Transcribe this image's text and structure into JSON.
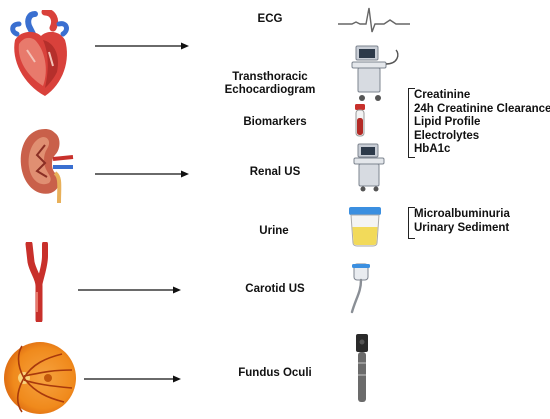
{
  "tests": {
    "ecg": "ECG",
    "echo_line1": "Transthoracic",
    "echo_line2": "Echocardiogram",
    "biomarkers": "Biomarkers",
    "renal_us": "Renal US",
    "urine": "Urine",
    "carotid_us": "Carotid US",
    "fundus": "Fundus Oculi"
  },
  "biomarker_results": [
    "Creatinine",
    "24h Creatinine Clearance",
    "Lipid Profile",
    "Electrolytes",
    "HbA1c"
  ],
  "urine_results": [
    "Microalbuminuria",
    "Urinary Sediment"
  ],
  "icons": {
    "organs": [
      "heart-icon",
      "kidney-icon",
      "carotid-artery-icon",
      "retina-fundus-icon"
    ],
    "devices": [
      "ecg-trace-icon",
      "ultrasound-machine-icon",
      "blood-tube-icon",
      "urine-cup-icon",
      "ultrasound-probe-icon",
      "ophthalmoscope-icon"
    ]
  },
  "colors": {
    "heart_red": "#d9413b",
    "heart_blue": "#3a6fd0",
    "kidney": "#c9604a",
    "artery": "#c8302b",
    "retina": "#f08a1c",
    "urine": "#f2da5a",
    "cup_lid": "#3b8fe0"
  }
}
